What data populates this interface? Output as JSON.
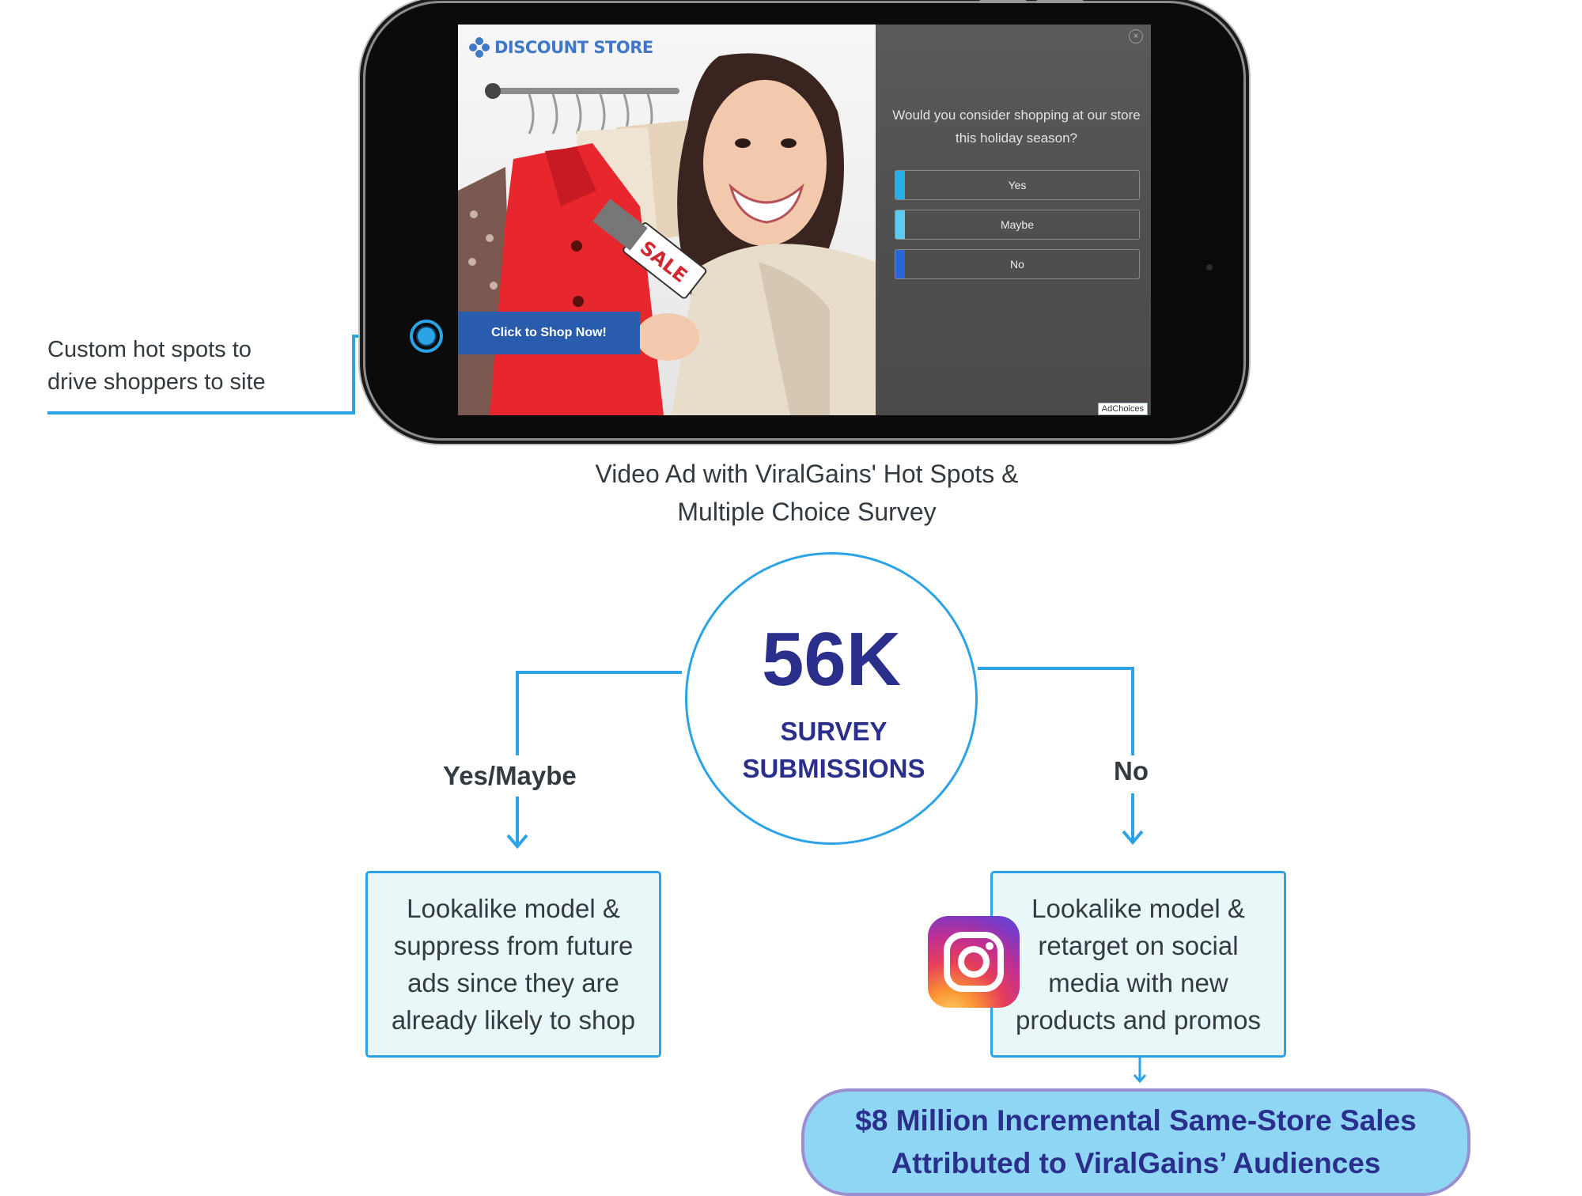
{
  "ad": {
    "store_name": "DISCOUNT STORE",
    "sale_tag": "SALE",
    "cta_label": "Click to Shop Now!",
    "survey_question": "Would you consider shopping at our store this holiday season?",
    "options": [
      {
        "label": "Yes",
        "color": "#29aee6"
      },
      {
        "label": "Maybe",
        "color": "#5ccbf0"
      },
      {
        "label": "No",
        "color": "#2a66d6"
      }
    ],
    "close_glyph": "×",
    "adchoices_label": "AdChoices"
  },
  "callout": {
    "line1": "Custom hot spots to",
    "line2": "drive shoppers to site"
  },
  "caption": {
    "line1": "Video Ad with ViralGains' Hot Spots &",
    "line2": "Multiple Choice Survey"
  },
  "stat": {
    "value": "56K",
    "label_line1": "SURVEY",
    "label_line2": "SUBMISSIONS"
  },
  "branches": {
    "left_label": "Yes/Maybe",
    "right_label": "No",
    "left_box": [
      "Lookalike model &",
      "suppress from future",
      "ads since they are",
      "already likely to shop"
    ],
    "right_box": [
      "Lookalike model &",
      "retarget on social",
      "media with new",
      "products and promos"
    ]
  },
  "result": {
    "line1": "$8 Million Incremental Same-Store Sales",
    "line2": "Attributed to ViralGains’ Audiences"
  },
  "icons": {
    "social": "instagram-icon",
    "hotspot": "hotspot-target-icon"
  },
  "colors": {
    "accent_blue": "#2ba3e6",
    "navy": "#2b2f8c",
    "box_fill": "#eaf7f9",
    "pill_fill": "#8fd6f4",
    "pill_border": "#9a8fd0"
  }
}
